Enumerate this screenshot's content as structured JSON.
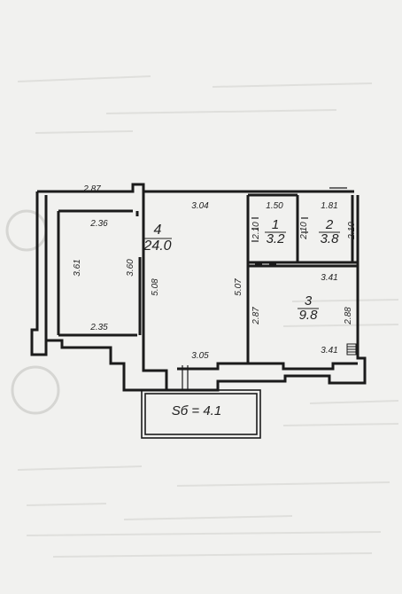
{
  "floorplan": {
    "rooms": [
      {
        "id": "1",
        "number": "1",
        "area": "3.2"
      },
      {
        "id": "2",
        "number": "2",
        "area": "3.8"
      },
      {
        "id": "3",
        "number": "3",
        "area": "9.8"
      },
      {
        "id": "4",
        "number": "4",
        "area": "24.0"
      }
    ],
    "balcony_label": "Sб = 4.1",
    "dimensions": {
      "top_left": "2.87",
      "room4_top": "3.04",
      "room1_top": "1.50",
      "room2_top": "1.81",
      "room1_height": "2.10",
      "room2_height_left": "2.10",
      "room2_height_right": "2.10",
      "room3_top": "3.41",
      "room3_bottom": "3.41",
      "room3_left": "2.87",
      "room3_right": "2.88",
      "room4_left_width": "5.08",
      "room4_right_height": "5.07",
      "room4_bottom": "3.05",
      "alcove_top": "2.36",
      "alcove_left": "3.61",
      "alcove_right": "3.60",
      "alcove_bottom": "2.35"
    }
  },
  "colors": {
    "wall": "#1b1b1b",
    "paper": "#f1f1ef",
    "faint_text": "#c9c9c6"
  }
}
